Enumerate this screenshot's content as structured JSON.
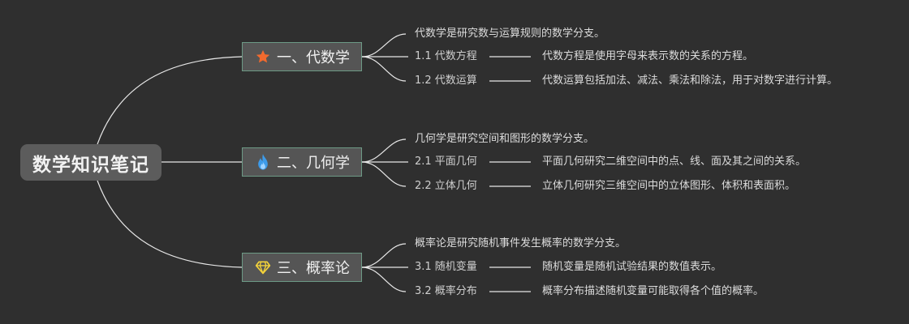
{
  "root": {
    "title": "数学知识笔记"
  },
  "branches": [
    {
      "label": "一、代数学",
      "icon": "star-icon",
      "icon_color": "#f26a2e",
      "intro": "代数学是研究数与运算规则的数学分支。",
      "topics": [
        {
          "label": "1.1 代数方程",
          "detail": "代数方程是使用字母来表示数的关系的方程。"
        },
        {
          "label": "1.2 代数运算",
          "detail": "代数运算包括加法、减法、乘法和除法，用于对数字进行计算。"
        }
      ]
    },
    {
      "label": "二、几何学",
      "icon": "flame-icon",
      "icon_color": "#3d9be9",
      "intro": "几何学是研究空间和图形的数学分支。",
      "topics": [
        {
          "label": "2.1 平面几何",
          "detail": "平面几何研究二维空间中的点、线、面及其之间的关系。"
        },
        {
          "label": "2.2 立体几何",
          "detail": "立体几何研究三维空间中的立体图形、体积和表面积。"
        }
      ]
    },
    {
      "label": "三、概率论",
      "icon": "diamond-icon",
      "icon_color": "#f3d23a",
      "intro": "概率论是研究随机事件发生概率的数学分支。",
      "topics": [
        {
          "label": "3.1 随机变量",
          "detail": "随机变量是随机试验结果的数值表示。"
        },
        {
          "label": "3.2 概率分布",
          "detail": "概率分布描述随机变量可能取得各个值的概率。"
        }
      ]
    }
  ]
}
